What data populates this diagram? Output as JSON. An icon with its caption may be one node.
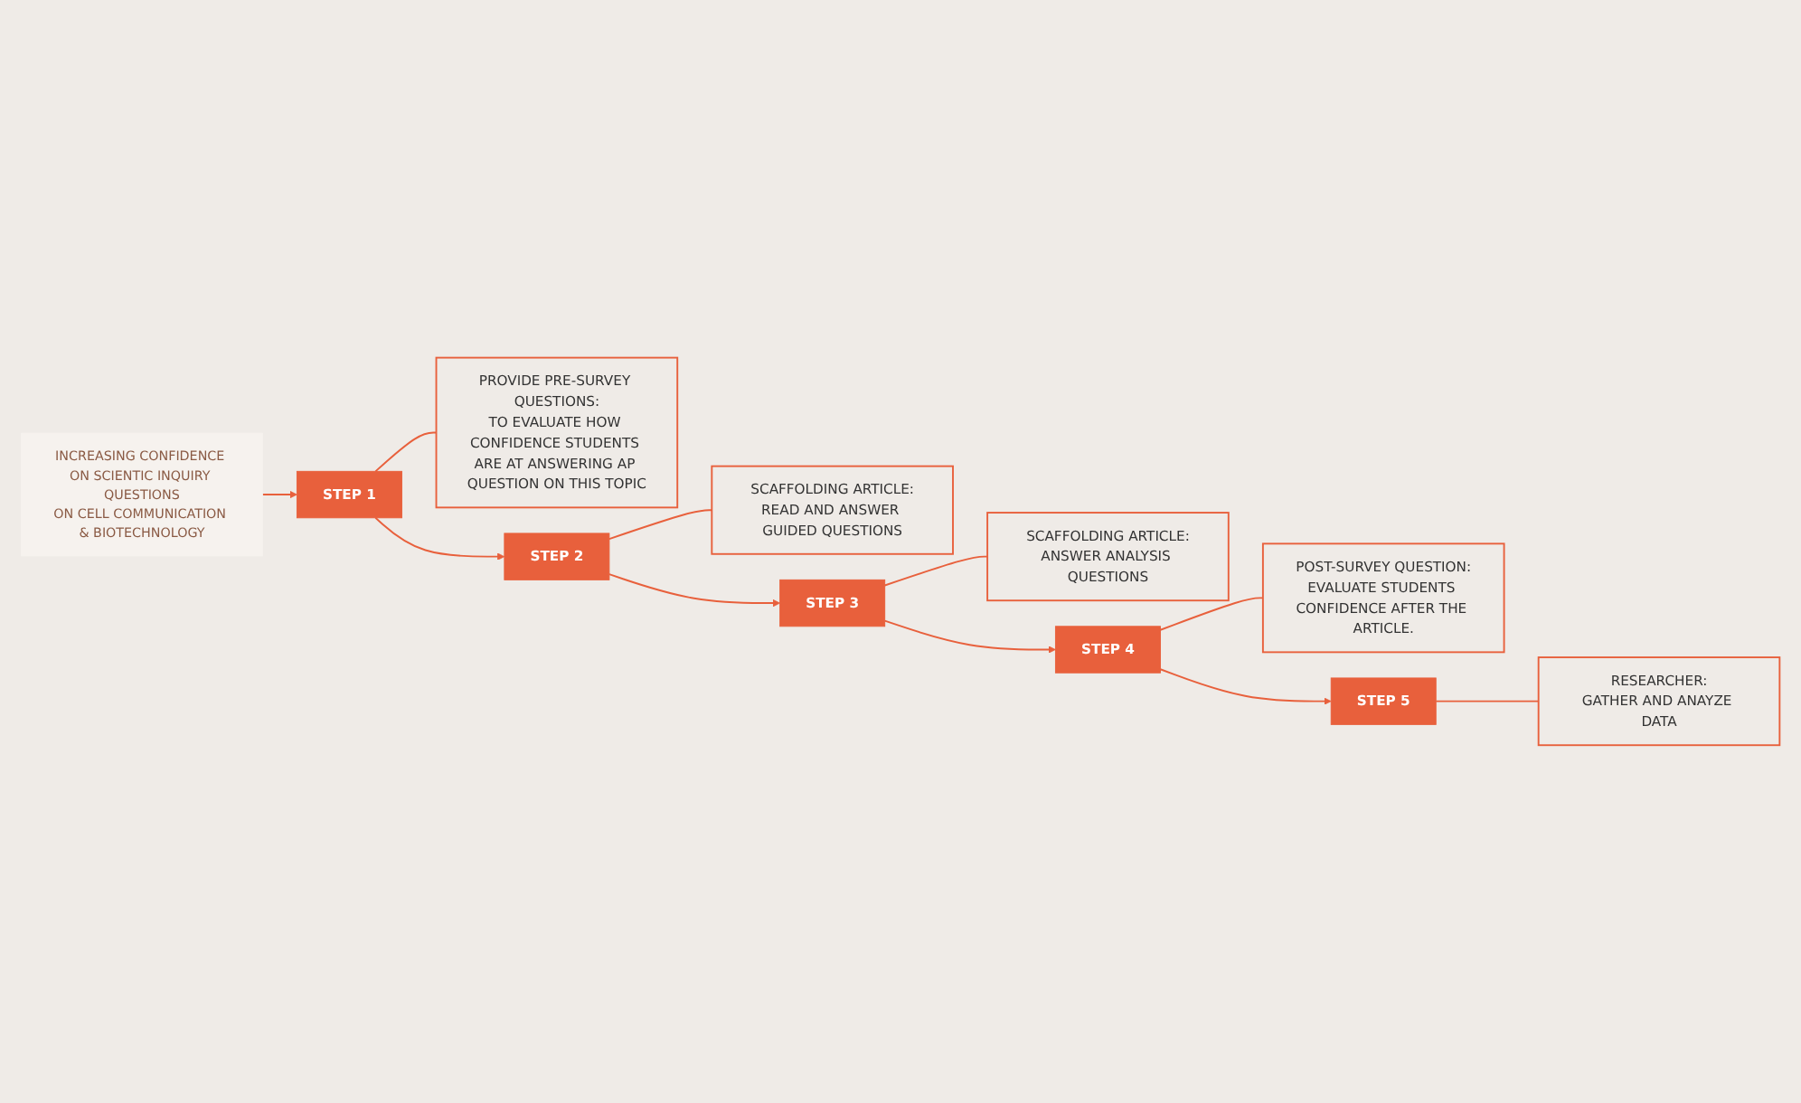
{
  "diagram": {
    "nodes": [
      {
        "text": [
          "INCREASING CONFIDENCE ON SCIENTIC INQUIRY QUESTIONS",
          "ON CELL COMMUNICATION & BIOTECHNOLOGY"
        ]
      },
      {
        "text": [
          "STEP 1"
        ]
      },
      {
        "text": [
          "PROVIDE PRE-SURVEY QUESTIONS:",
          "TO EVALUATE HOW CONFIDENCE STUDENTS ARE AT ANSWERING AP QUESTION ON THIS TOPIC"
        ]
      },
      {
        "text": [
          "STEP 2"
        ]
      },
      {
        "text": [
          "SCAFFOLDING ARTICLE:",
          "READ AND ANSWER GUIDED QUESTIONS"
        ]
      },
      {
        "text": [
          "STEP 3"
        ]
      },
      {
        "text": [
          "SCAFFOLDING ARTICLE:",
          "ANSWER ANALYSIS QUESTIONS"
        ]
      },
      {
        "text": [
          "STEP 4"
        ]
      },
      {
        "text": [
          "POST-SURVEY QUESTION:",
          "EVALUATE STUDENTS CONFIDENCE AFTER THE ARTICLE."
        ]
      },
      {
        "text": [
          "STEP 5"
        ]
      },
      {
        "text": [
          "RESEARCHER:",
          "GATHER AND ANAYZE DATA"
        ]
      }
    ],
    "edges": [
      {
        "from": 0,
        "to": 1,
        "arrow": "to"
      },
      {
        "from": 1,
        "to": 2,
        "arrow": "none"
      },
      {
        "from": 1,
        "to": 3,
        "arrow": "to"
      },
      {
        "from": 3,
        "to": 4,
        "arrow": "none"
      },
      {
        "from": 3,
        "to": 5,
        "arrow": "to"
      },
      {
        "from": 5,
        "to": 6,
        "arrow": "none"
      },
      {
        "from": 5,
        "to": 7,
        "arrow": "to"
      },
      {
        "from": 7,
        "to": 8,
        "arrow": "none"
      },
      {
        "from": 7,
        "to": 9,
        "arrow": "to"
      },
      {
        "from": 9,
        "to": 10,
        "arrow": "none"
      }
    ]
  }
}
